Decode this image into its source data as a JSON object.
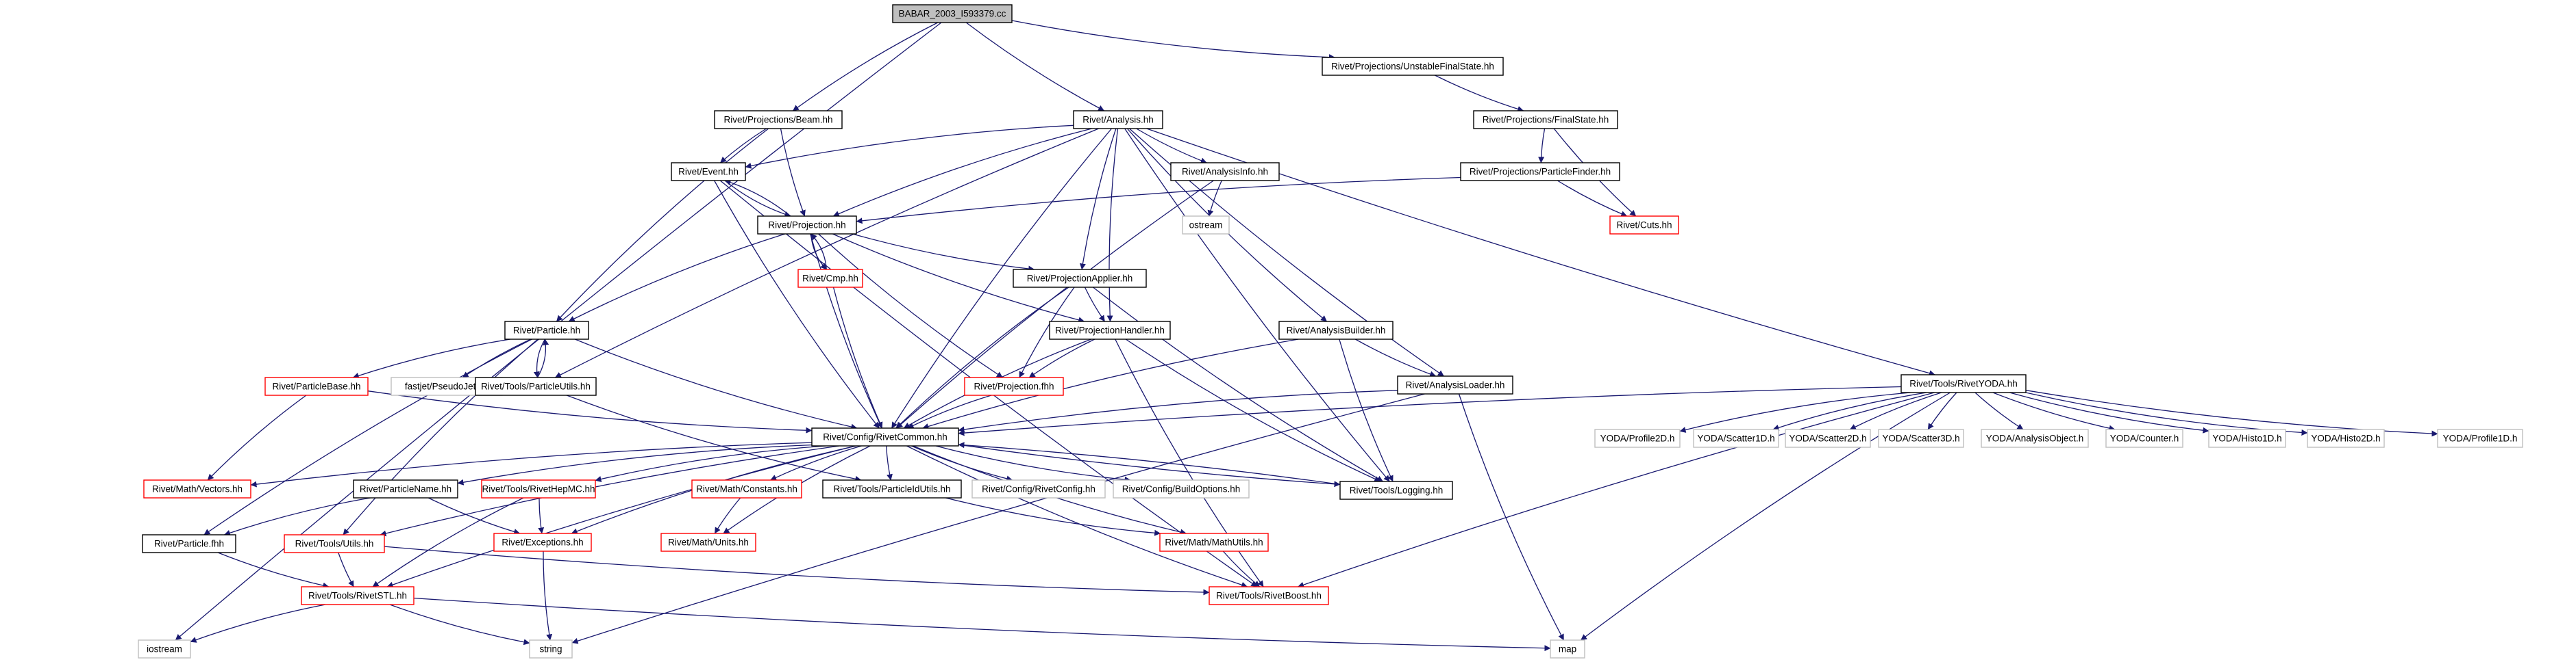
{
  "colors": {
    "edge": "#191970",
    "root_fill": "#bfbfbf",
    "root_border": "#000000",
    "documented_border": "#000000",
    "truncated_border": "#ff0000",
    "external_border": "#bfbfbf"
  },
  "nodes": [
    {
      "id": "babar",
      "label": "BABAR_2003_I593379.cc",
      "kind": "root"
    },
    {
      "id": "unstable",
      "label": "Rivet/Projections/UnstableFinalState.hh",
      "kind": "documented"
    },
    {
      "id": "beam",
      "label": "Rivet/Projections/Beam.hh",
      "kind": "documented"
    },
    {
      "id": "analysis",
      "label": "Rivet/Analysis.hh",
      "kind": "documented"
    },
    {
      "id": "finalstate",
      "label": "Rivet/Projections/FinalState.hh",
      "kind": "documented"
    },
    {
      "id": "event",
      "label": "Rivet/Event.hh",
      "kind": "documented"
    },
    {
      "id": "analysisinfo",
      "label": "Rivet/AnalysisInfo.hh",
      "kind": "documented"
    },
    {
      "id": "pfinder",
      "label": "Rivet/Projections/ParticleFinder.hh",
      "kind": "documented"
    },
    {
      "id": "projection",
      "label": "Rivet/Projection.hh",
      "kind": "documented"
    },
    {
      "id": "ostream",
      "label": "ostream",
      "kind": "external"
    },
    {
      "id": "cuts",
      "label": "Rivet/Cuts.hh",
      "kind": "truncated"
    },
    {
      "id": "cmp",
      "label": "Rivet/Cmp.hh",
      "kind": "truncated"
    },
    {
      "id": "papplier",
      "label": "Rivet/ProjectionApplier.hh",
      "kind": "documented"
    },
    {
      "id": "particle",
      "label": "Rivet/Particle.hh",
      "kind": "documented"
    },
    {
      "id": "abuilder",
      "label": "Rivet/AnalysisBuilder.hh",
      "kind": "documented"
    },
    {
      "id": "phandler",
      "label": "Rivet/ProjectionHandler.hh",
      "kind": "documented"
    },
    {
      "id": "pbase",
      "label": "Rivet/ParticleBase.hh",
      "kind": "truncated"
    },
    {
      "id": "pseudojet",
      "label": "fastjet/PseudoJet.hh",
      "kind": "external"
    },
    {
      "id": "putils",
      "label": "Rivet/Tools/ParticleUtils.hh",
      "kind": "documented"
    },
    {
      "id": "pfhh",
      "label": "Rivet/Projection.fhh",
      "kind": "truncated"
    },
    {
      "id": "aloader",
      "label": "Rivet/AnalysisLoader.hh",
      "kind": "documented"
    },
    {
      "id": "yoda",
      "label": "Rivet/Tools/RivetYODA.hh",
      "kind": "documented"
    },
    {
      "id": "rivetcommon",
      "label": "Rivet/Config/RivetCommon.hh",
      "kind": "documented"
    },
    {
      "id": "vectors",
      "label": "Rivet/Math/Vectors.hh",
      "kind": "truncated"
    },
    {
      "id": "pname",
      "label": "Rivet/ParticleName.hh",
      "kind": "documented"
    },
    {
      "id": "hepmc",
      "label": "Rivet/Tools/RivetHepMC.hh",
      "kind": "truncated"
    },
    {
      "id": "constants",
      "label": "Rivet/Math/Constants.hh",
      "kind": "truncated"
    },
    {
      "id": "pidutils",
      "label": "Rivet/Tools/ParticleIdUtils.hh",
      "kind": "documented"
    },
    {
      "id": "rconfig",
      "label": "Rivet/Config/RivetConfig.hh",
      "kind": "external"
    },
    {
      "id": "buildopts",
      "label": "Rivet/Config/BuildOptions.hh",
      "kind": "external"
    },
    {
      "id": "logging",
      "label": "Rivet/Tools/Logging.hh",
      "kind": "documented"
    },
    {
      "id": "profile2d",
      "label": "YODA/Profile2D.h",
      "kind": "external"
    },
    {
      "id": "scatter1d",
      "label": "YODA/Scatter1D.h",
      "kind": "external"
    },
    {
      "id": "scatter2d",
      "label": "YODA/Scatter2D.h",
      "kind": "external"
    },
    {
      "id": "scatter3d",
      "label": "YODA/Scatter3D.h",
      "kind": "external"
    },
    {
      "id": "aobject",
      "label": "YODA/AnalysisObject.h",
      "kind": "external"
    },
    {
      "id": "counter",
      "label": "YODA/Counter.h",
      "kind": "external"
    },
    {
      "id": "histo1d",
      "label": "YODA/Histo1D.h",
      "kind": "external"
    },
    {
      "id": "histo2d",
      "label": "YODA/Histo2D.h",
      "kind": "external"
    },
    {
      "id": "profile1d",
      "label": "YODA/Profile1D.h",
      "kind": "external"
    },
    {
      "id": "exceptions",
      "label": "Rivet/Exceptions.hh",
      "kind": "truncated"
    },
    {
      "id": "units",
      "label": "Rivet/Math/Units.hh",
      "kind": "truncated"
    },
    {
      "id": "mathutils",
      "label": "Rivet/Math/MathUtils.hh",
      "kind": "truncated"
    },
    {
      "id": "particlefhh",
      "label": "Rivet/Particle.fhh",
      "kind": "documented"
    },
    {
      "id": "utils",
      "label": "Rivet/Tools/Utils.hh",
      "kind": "truncated"
    },
    {
      "id": "boost",
      "label": "Rivet/Tools/RivetBoost.hh",
      "kind": "truncated"
    },
    {
      "id": "stl",
      "label": "Rivet/Tools/RivetSTL.hh",
      "kind": "truncated"
    },
    {
      "id": "iostream",
      "label": "iostream",
      "kind": "external"
    },
    {
      "id": "string",
      "label": "string",
      "kind": "external"
    },
    {
      "id": "map",
      "label": "map",
      "kind": "external"
    }
  ],
  "edges": [
    [
      "babar",
      "unstable"
    ],
    [
      "babar",
      "beam"
    ],
    [
      "babar",
      "analysis"
    ],
    [
      "babar",
      "iostream"
    ],
    [
      "unstable",
      "finalstate"
    ],
    [
      "beam",
      "event"
    ],
    [
      "beam",
      "projection"
    ],
    [
      "beam",
      "particle"
    ],
    [
      "analysis",
      "event"
    ],
    [
      "analysis",
      "projection"
    ],
    [
      "analysis",
      "analysisinfo"
    ],
    [
      "analysis",
      "papplier"
    ],
    [
      "analysis",
      "phandler"
    ],
    [
      "analysis",
      "abuilder"
    ],
    [
      "analysis",
      "aloader"
    ],
    [
      "analysis",
      "yoda"
    ],
    [
      "analysis",
      "rivetcommon"
    ],
    [
      "analysis",
      "logging"
    ],
    [
      "analysis",
      "putils"
    ],
    [
      "finalstate",
      "pfinder"
    ],
    [
      "finalstate",
      "cuts"
    ],
    [
      "pfinder",
      "projection"
    ],
    [
      "pfinder",
      "cuts"
    ],
    [
      "event",
      "projection"
    ],
    [
      "event",
      "rivetcommon"
    ],
    [
      "event",
      "boost"
    ],
    [
      "projection",
      "event"
    ],
    [
      "projection",
      "cmp"
    ],
    [
      "projection",
      "papplier"
    ],
    [
      "projection",
      "phandler"
    ],
    [
      "projection",
      "particle"
    ],
    [
      "projection",
      "pfhh"
    ],
    [
      "projection",
      "rivetcommon"
    ],
    [
      "analysisinfo",
      "ostream"
    ],
    [
      "analysisinfo",
      "rivetcommon"
    ],
    [
      "cmp",
      "projection"
    ],
    [
      "cmp",
      "rivetcommon"
    ],
    [
      "papplier",
      "phandler"
    ],
    [
      "papplier",
      "pfhh"
    ],
    [
      "papplier",
      "rivetcommon"
    ],
    [
      "papplier",
      "logging"
    ],
    [
      "particle",
      "pbase"
    ],
    [
      "particle",
      "pseudojet"
    ],
    [
      "particle",
      "putils"
    ],
    [
      "particle",
      "rivetcommon"
    ],
    [
      "particle",
      "particlefhh"
    ],
    [
      "particle",
      "utils"
    ],
    [
      "abuilder",
      "aloader"
    ],
    [
      "abuilder",
      "rivetcommon"
    ],
    [
      "abuilder",
      "logging"
    ],
    [
      "phandler",
      "pfhh"
    ],
    [
      "phandler",
      "rivetcommon"
    ],
    [
      "phandler",
      "logging"
    ],
    [
      "phandler",
      "boost"
    ],
    [
      "pbase",
      "rivetcommon"
    ],
    [
      "pbase",
      "vectors"
    ],
    [
      "putils",
      "particle"
    ],
    [
      "putils",
      "pidutils"
    ],
    [
      "pfhh",
      "rivetcommon"
    ],
    [
      "aloader",
      "rivetcommon"
    ],
    [
      "aloader",
      "map"
    ],
    [
      "aloader",
      "string"
    ],
    [
      "yoda",
      "rivetcommon"
    ],
    [
      "yoda",
      "profile2d"
    ],
    [
      "yoda",
      "scatter1d"
    ],
    [
      "yoda",
      "scatter2d"
    ],
    [
      "yoda",
      "scatter3d"
    ],
    [
      "yoda",
      "aobject"
    ],
    [
      "yoda",
      "counter"
    ],
    [
      "yoda",
      "histo1d"
    ],
    [
      "yoda",
      "histo2d"
    ],
    [
      "yoda",
      "profile1d"
    ],
    [
      "yoda",
      "boost"
    ],
    [
      "yoda",
      "map"
    ],
    [
      "rivetcommon",
      "vectors"
    ],
    [
      "rivetcommon",
      "pname"
    ],
    [
      "rivetcommon",
      "hepmc"
    ],
    [
      "rivetcommon",
      "constants"
    ],
    [
      "rivetcommon",
      "pidutils"
    ],
    [
      "rivetcommon",
      "rconfig"
    ],
    [
      "rivetcommon",
      "buildopts"
    ],
    [
      "rivetcommon",
      "logging"
    ],
    [
      "rivetcommon",
      "exceptions"
    ],
    [
      "rivetcommon",
      "units"
    ],
    [
      "rivetcommon",
      "mathutils"
    ],
    [
      "rivetcommon",
      "utils"
    ],
    [
      "rivetcommon",
      "boost"
    ],
    [
      "rivetcommon",
      "stl"
    ],
    [
      "logging",
      "rivetcommon"
    ],
    [
      "pname",
      "particlefhh"
    ],
    [
      "pname",
      "exceptions"
    ],
    [
      "hepmc",
      "exceptions"
    ],
    [
      "hepmc",
      "stl"
    ],
    [
      "constants",
      "units"
    ],
    [
      "pidutils",
      "mathutils"
    ],
    [
      "exceptions",
      "string"
    ],
    [
      "mathutils",
      "boost"
    ],
    [
      "particlefhh",
      "stl"
    ],
    [
      "utils",
      "stl"
    ],
    [
      "utils",
      "boost"
    ],
    [
      "stl",
      "iostream"
    ],
    [
      "stl",
      "string"
    ],
    [
      "stl",
      "map"
    ]
  ]
}
